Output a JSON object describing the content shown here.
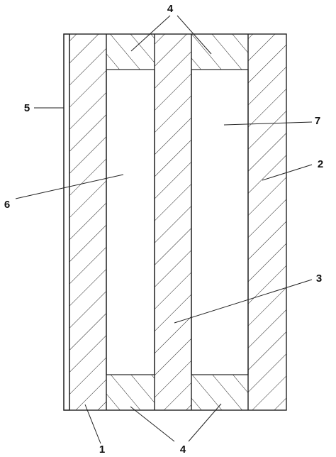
{
  "labels": {
    "label_1": "1",
    "label_2": "2",
    "label_3": "3",
    "label_4_top": "4",
    "label_4_bottom": "4",
    "label_5": "5",
    "label_6": "6",
    "label_7": "7"
  },
  "colors": {
    "stroke": "#222222",
    "background": "#ffffff",
    "cavity": "#ffffff"
  }
}
